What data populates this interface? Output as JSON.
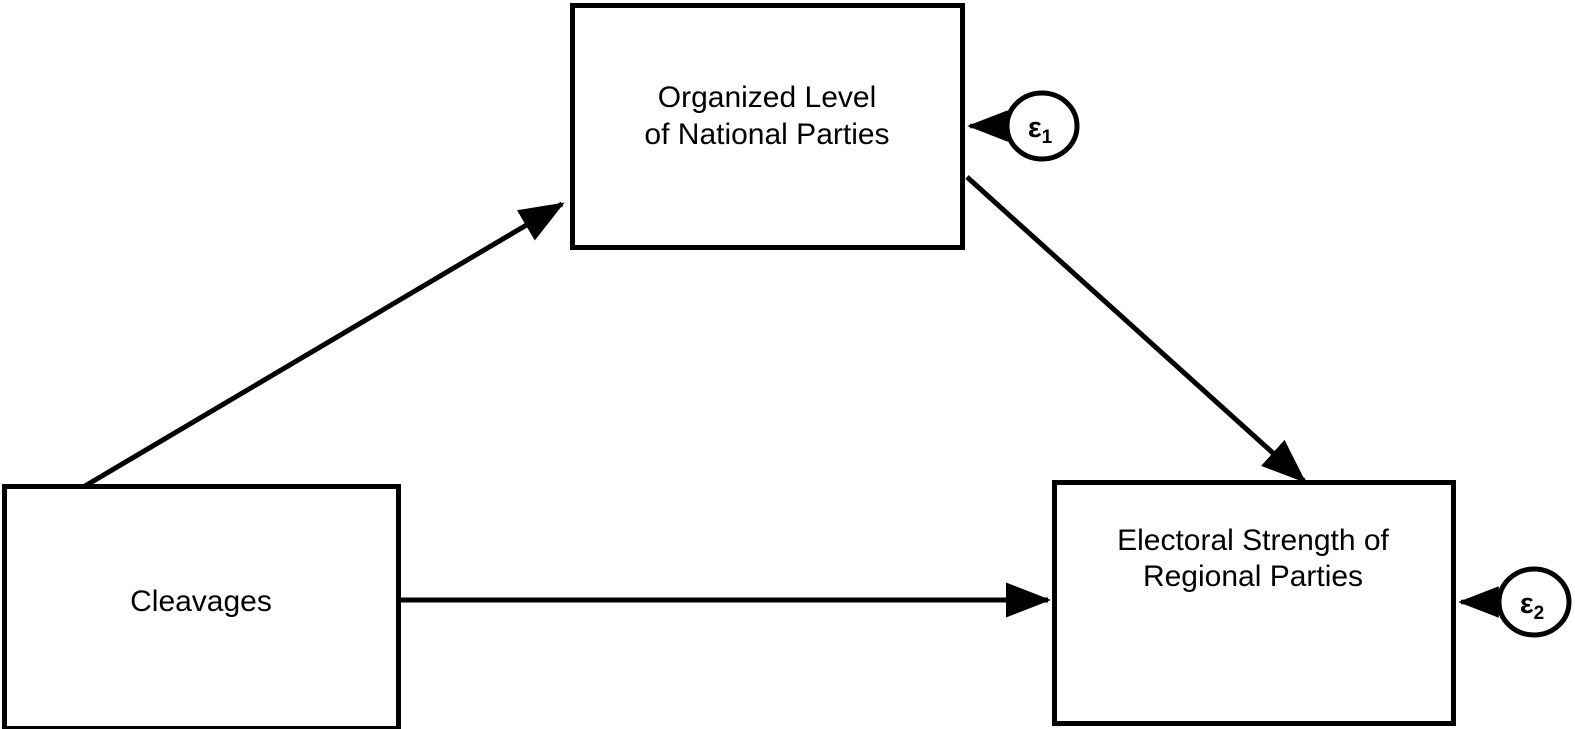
{
  "diagram": {
    "type": "path-diagram",
    "background_color": "#ffffff",
    "stroke_color": "#000000",
    "nodes": [
      {
        "id": "organized-level",
        "shape": "rectangle",
        "label_line1": "Organized Level",
        "label_line2": "of National Parties"
      },
      {
        "id": "cleavages",
        "shape": "rectangle",
        "label_line1": "Cleavages",
        "label_line2": ""
      },
      {
        "id": "electoral-strength",
        "shape": "rectangle",
        "label_line1": "Electoral Strength of",
        "label_line2": "Regional Parties"
      },
      {
        "id": "error-1",
        "shape": "ellipse",
        "symbol": "ε",
        "subscript": "1"
      },
      {
        "id": "error-2",
        "shape": "ellipse",
        "symbol": "ε",
        "subscript": "2"
      }
    ],
    "edges": [
      {
        "id": "cleavages-to-organized",
        "from": "cleavages",
        "to": "organized-level",
        "style": "solid",
        "arrow": "end"
      },
      {
        "id": "organized-to-electoral",
        "from": "organized-level",
        "to": "electoral-strength",
        "style": "solid",
        "arrow": "end"
      },
      {
        "id": "cleavages-to-electoral",
        "from": "cleavages",
        "to": "electoral-strength",
        "style": "solid",
        "arrow": "end"
      },
      {
        "id": "error1-to-organized",
        "from": "error-1",
        "to": "organized-level",
        "style": "solid",
        "arrow": "end"
      },
      {
        "id": "error2-to-electoral",
        "from": "error-2",
        "to": "electoral-strength",
        "style": "solid",
        "arrow": "end"
      }
    ]
  }
}
